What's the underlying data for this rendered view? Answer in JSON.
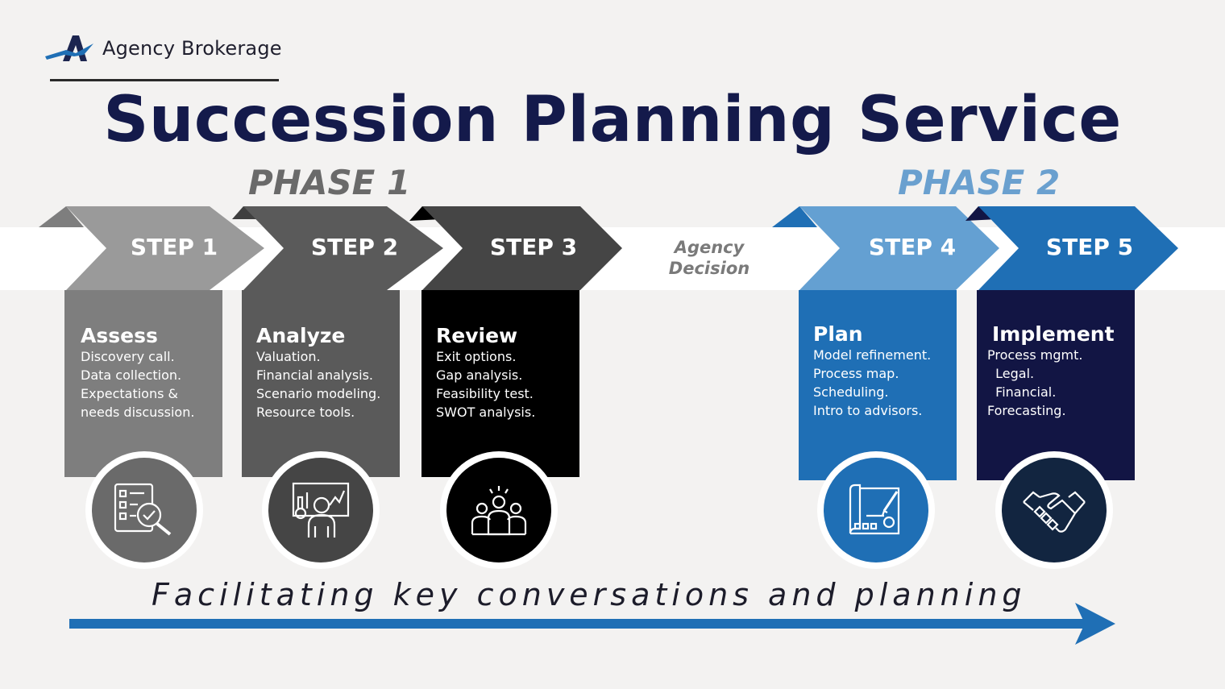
{
  "brand": {
    "name": "Agency Brokerage",
    "logo_icon": "agency-logo-icon",
    "accent": "#1f6fb5"
  },
  "title": "Succession Planning Service",
  "phases": [
    {
      "label": "PHASE 1",
      "color": "#6a6a6a"
    },
    {
      "label": "PHASE 2",
      "color": "#6aa0cf"
    }
  ],
  "decision": {
    "line1": "Agency",
    "line2": "Decision"
  },
  "steps": [
    {
      "label": "STEP 1",
      "title": "Assess",
      "lines": [
        "Discovery call.",
        "Data collection.",
        "Expectations &",
        "needs discussion."
      ],
      "icon": "checklist-magnifier-icon",
      "color": "#9a9a9a"
    },
    {
      "label": "STEP 2",
      "title": "Analyze",
      "lines": [
        "Valuation.",
        "Financial analysis.",
        "Scenario modeling.",
        "Resource tools."
      ],
      "icon": "presenter-chart-icon",
      "color": "#5a5a5a"
    },
    {
      "label": "STEP 3",
      "title": "Review",
      "lines": [
        "Exit options.",
        "Gap analysis.",
        "Feasibility test.",
        "SWOT analysis."
      ],
      "icon": "team-idea-icon",
      "color": "#000000"
    },
    {
      "label": "STEP 4",
      "title": "Plan",
      "lines": [
        "Model refinement.",
        "Process map.",
        "Scheduling.",
        "Intro to advisors."
      ],
      "icon": "blueprint-pencil-icon",
      "color": "#1f6fb5"
    },
    {
      "label": "STEP 5",
      "title": "Implement",
      "lines": [
        "Process mgmt.",
        "  Legal.",
        "  Financial.",
        "Forecasting."
      ],
      "icon": "handshake-icon",
      "color": "#121544"
    }
  ],
  "tagline": "Facilitating key conversations and planning"
}
